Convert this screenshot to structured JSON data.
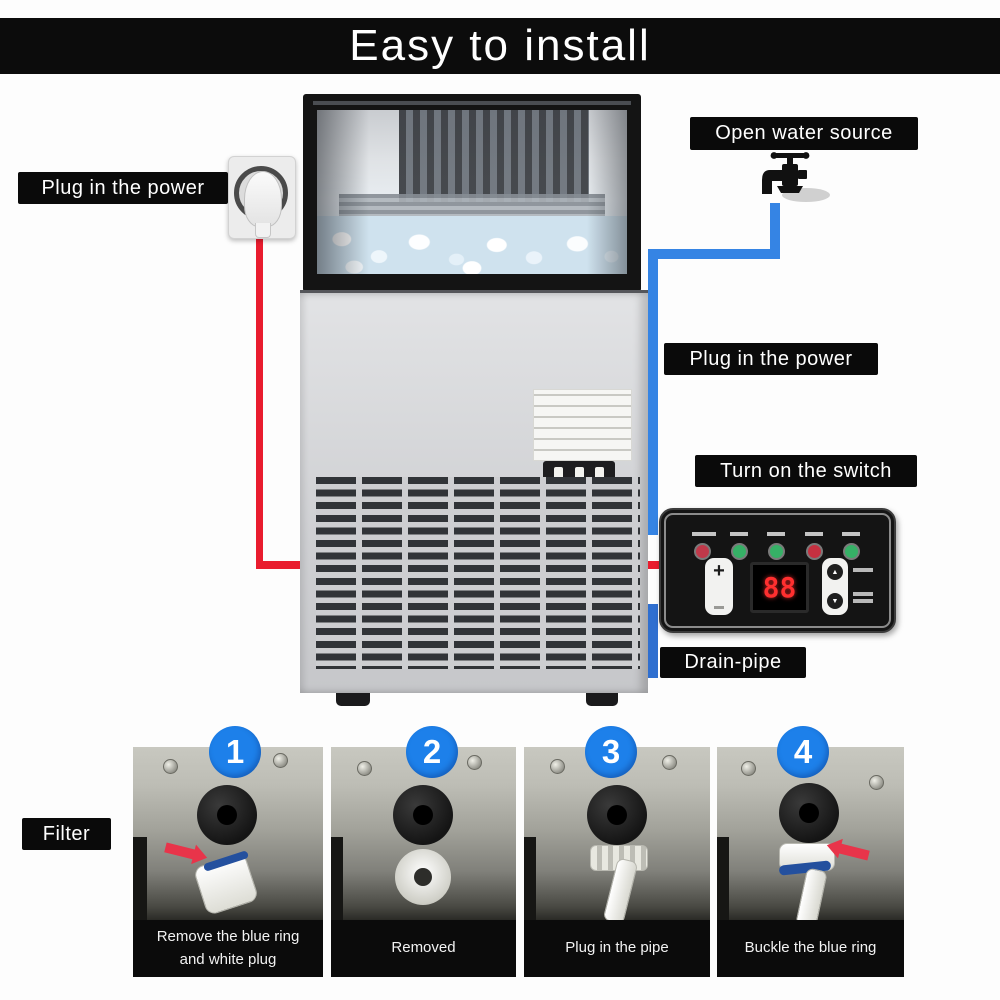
{
  "title": "Easy to install",
  "annotations": {
    "plug_power_left": "Plug in the power",
    "open_water_source": "Open water source",
    "plug_power_right": "Plug in the power",
    "turn_on_switch": "Turn on the switch",
    "drain_pipe": "Drain-pipe",
    "filter": "Filter"
  },
  "control_panel": {
    "display_value": "88",
    "plus_button": "+",
    "up_arrow": "▲",
    "down_arrow": "▼"
  },
  "steps": [
    {
      "number": "1",
      "caption_line1": "Remove the blue ring",
      "caption_line2": "and white plug"
    },
    {
      "number": "2",
      "caption_line1": "Removed",
      "caption_line2": ""
    },
    {
      "number": "3",
      "caption_line1": "Plug in the pipe",
      "caption_line2": ""
    },
    {
      "number": "4",
      "caption_line1": "Buckle the blue ring",
      "caption_line2": ""
    }
  ],
  "colors": {
    "power_line_red": "#e91c2e",
    "water_line_blue": "#3584e4",
    "step_badge_blue": "#1d80ea",
    "led_red": "#c0394a",
    "led_green": "#36b066",
    "display_red": "#ff2f2f",
    "label_background": "#0a0a0a"
  }
}
